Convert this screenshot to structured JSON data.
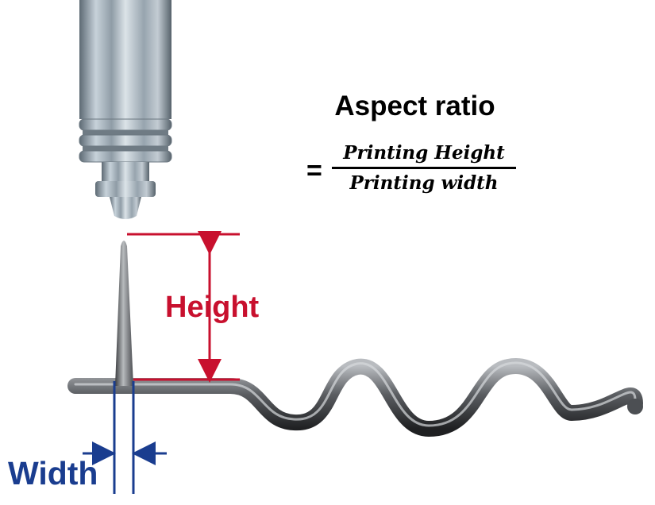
{
  "title": "Aspect ratio",
  "formula": {
    "equals": "=",
    "numerator": "Printing Height",
    "denominator": "Printing width"
  },
  "labels": {
    "height": "Height",
    "width": "Width"
  },
  "colors": {
    "height": "#c8102e",
    "width": "#1a3d8f",
    "text": "#000000",
    "nozzle": "#a9b5bf",
    "wire": "#3b3d40"
  },
  "icons": {
    "nozzle": "dispensing-nozzle-icon",
    "printed_line": "printed-wire-icon"
  }
}
